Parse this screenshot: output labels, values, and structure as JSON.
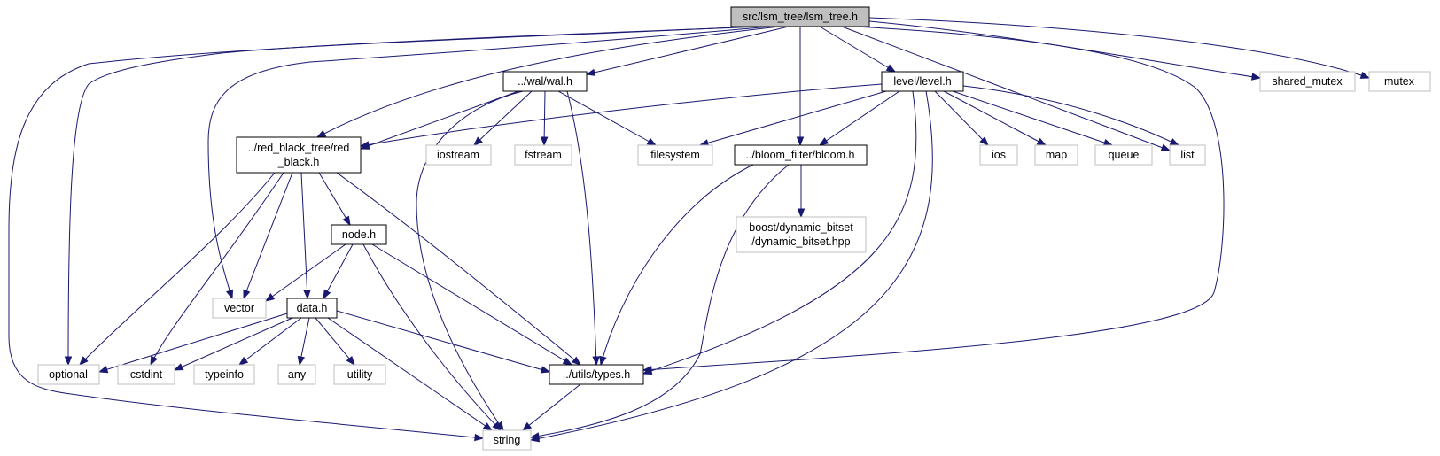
{
  "diagram": {
    "nodes": {
      "lsm_tree": {
        "lines": [
          "src/lsm_tree/lsm_tree.h"
        ],
        "kind": "root"
      },
      "wal": {
        "lines": [
          "../wal/wal.h"
        ],
        "kind": "project"
      },
      "level": {
        "lines": [
          "level/level.h"
        ],
        "kind": "project"
      },
      "shared_mutex": {
        "lines": [
          "shared_mutex"
        ],
        "kind": "system"
      },
      "mutex": {
        "lines": [
          "mutex"
        ],
        "kind": "system"
      },
      "red_black": {
        "lines": [
          "../red_black_tree/red",
          "_black.h"
        ],
        "kind": "project"
      },
      "iostream": {
        "lines": [
          "iostream"
        ],
        "kind": "system"
      },
      "fstream": {
        "lines": [
          "fstream"
        ],
        "kind": "system"
      },
      "filesystem": {
        "lines": [
          "filesystem"
        ],
        "kind": "system"
      },
      "bloom": {
        "lines": [
          "../bloom_filter/bloom.h"
        ],
        "kind": "project"
      },
      "ios": {
        "lines": [
          "ios"
        ],
        "kind": "system"
      },
      "map": {
        "lines": [
          "map"
        ],
        "kind": "system"
      },
      "queue": {
        "lines": [
          "queue"
        ],
        "kind": "system"
      },
      "list": {
        "lines": [
          "list"
        ],
        "kind": "system"
      },
      "dynamic_bitset": {
        "lines": [
          "boost/dynamic_bitset",
          "/dynamic_bitset.hpp"
        ],
        "kind": "system"
      },
      "node": {
        "lines": [
          "node.h"
        ],
        "kind": "project"
      },
      "vector": {
        "lines": [
          "vector"
        ],
        "kind": "system"
      },
      "data": {
        "lines": [
          "data.h"
        ],
        "kind": "project"
      },
      "optional": {
        "lines": [
          "optional"
        ],
        "kind": "system"
      },
      "cstdint": {
        "lines": [
          "cstdint"
        ],
        "kind": "system"
      },
      "typeinfo": {
        "lines": [
          "typeinfo"
        ],
        "kind": "system"
      },
      "any": {
        "lines": [
          "any"
        ],
        "kind": "system"
      },
      "utility": {
        "lines": [
          "utility"
        ],
        "kind": "system"
      },
      "types": {
        "lines": [
          "../utils/types.h"
        ],
        "kind": "project"
      },
      "string": {
        "lines": [
          "string"
        ],
        "kind": "system"
      }
    },
    "edges": [
      [
        "lsm_tree",
        "string"
      ],
      [
        "lsm_tree",
        "optional"
      ],
      [
        "lsm_tree",
        "vector"
      ],
      [
        "lsm_tree",
        "red_black"
      ],
      [
        "lsm_tree",
        "wal"
      ],
      [
        "lsm_tree",
        "bloom"
      ],
      [
        "lsm_tree",
        "level"
      ],
      [
        "lsm_tree",
        "list"
      ],
      [
        "lsm_tree",
        "shared_mutex"
      ],
      [
        "lsm_tree",
        "mutex"
      ],
      [
        "lsm_tree",
        "types"
      ],
      [
        "wal",
        "red_black"
      ],
      [
        "wal",
        "iostream"
      ],
      [
        "wal",
        "fstream"
      ],
      [
        "wal",
        "filesystem"
      ],
      [
        "wal",
        "types"
      ],
      [
        "wal",
        "string"
      ],
      [
        "level",
        "red_black"
      ],
      [
        "level",
        "filesystem"
      ],
      [
        "level",
        "bloom"
      ],
      [
        "level",
        "ios"
      ],
      [
        "level",
        "map"
      ],
      [
        "level",
        "queue"
      ],
      [
        "level",
        "list"
      ],
      [
        "level",
        "types"
      ],
      [
        "level",
        "string"
      ],
      [
        "red_black",
        "node"
      ],
      [
        "red_black",
        "optional"
      ],
      [
        "red_black",
        "cstdint"
      ],
      [
        "red_black",
        "vector"
      ],
      [
        "red_black",
        "data"
      ],
      [
        "red_black",
        "types"
      ],
      [
        "bloom",
        "dynamic_bitset"
      ],
      [
        "bloom",
        "types"
      ],
      [
        "bloom",
        "string"
      ],
      [
        "node",
        "vector"
      ],
      [
        "node",
        "data"
      ],
      [
        "node",
        "types"
      ],
      [
        "node",
        "string"
      ],
      [
        "data",
        "optional"
      ],
      [
        "data",
        "cstdint"
      ],
      [
        "data",
        "typeinfo"
      ],
      [
        "data",
        "any"
      ],
      [
        "data",
        "utility"
      ],
      [
        "data",
        "types"
      ],
      [
        "data",
        "string"
      ],
      [
        "types",
        "string"
      ]
    ]
  }
}
